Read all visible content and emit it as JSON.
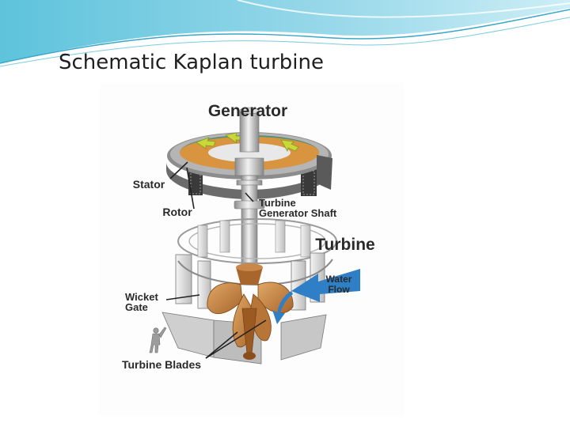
{
  "slide": {
    "title": "Schematic Kaplan turbine"
  },
  "diagram": {
    "labels": {
      "generator": "Generator",
      "stator": "Stator",
      "rotor": "Rotor",
      "turbine_shaft_line1": "Turbine",
      "turbine_shaft_line2": "Generator Shaft",
      "turbine": "Turbine",
      "water_flow_line1": "Water",
      "water_flow_line2": "Flow",
      "wicket_gate_line1": "Wicket",
      "wicket_gate_line2": "Gate",
      "turbine_blades": "Turbine Blades"
    },
    "colors": {
      "water_arrow": "#2f7fc6",
      "rotor_copper": "#d8943f",
      "blade_bronze": "#c9874a",
      "stator_green": "#4f8f7c",
      "rotation_arrows": "#c8d83a"
    }
  }
}
